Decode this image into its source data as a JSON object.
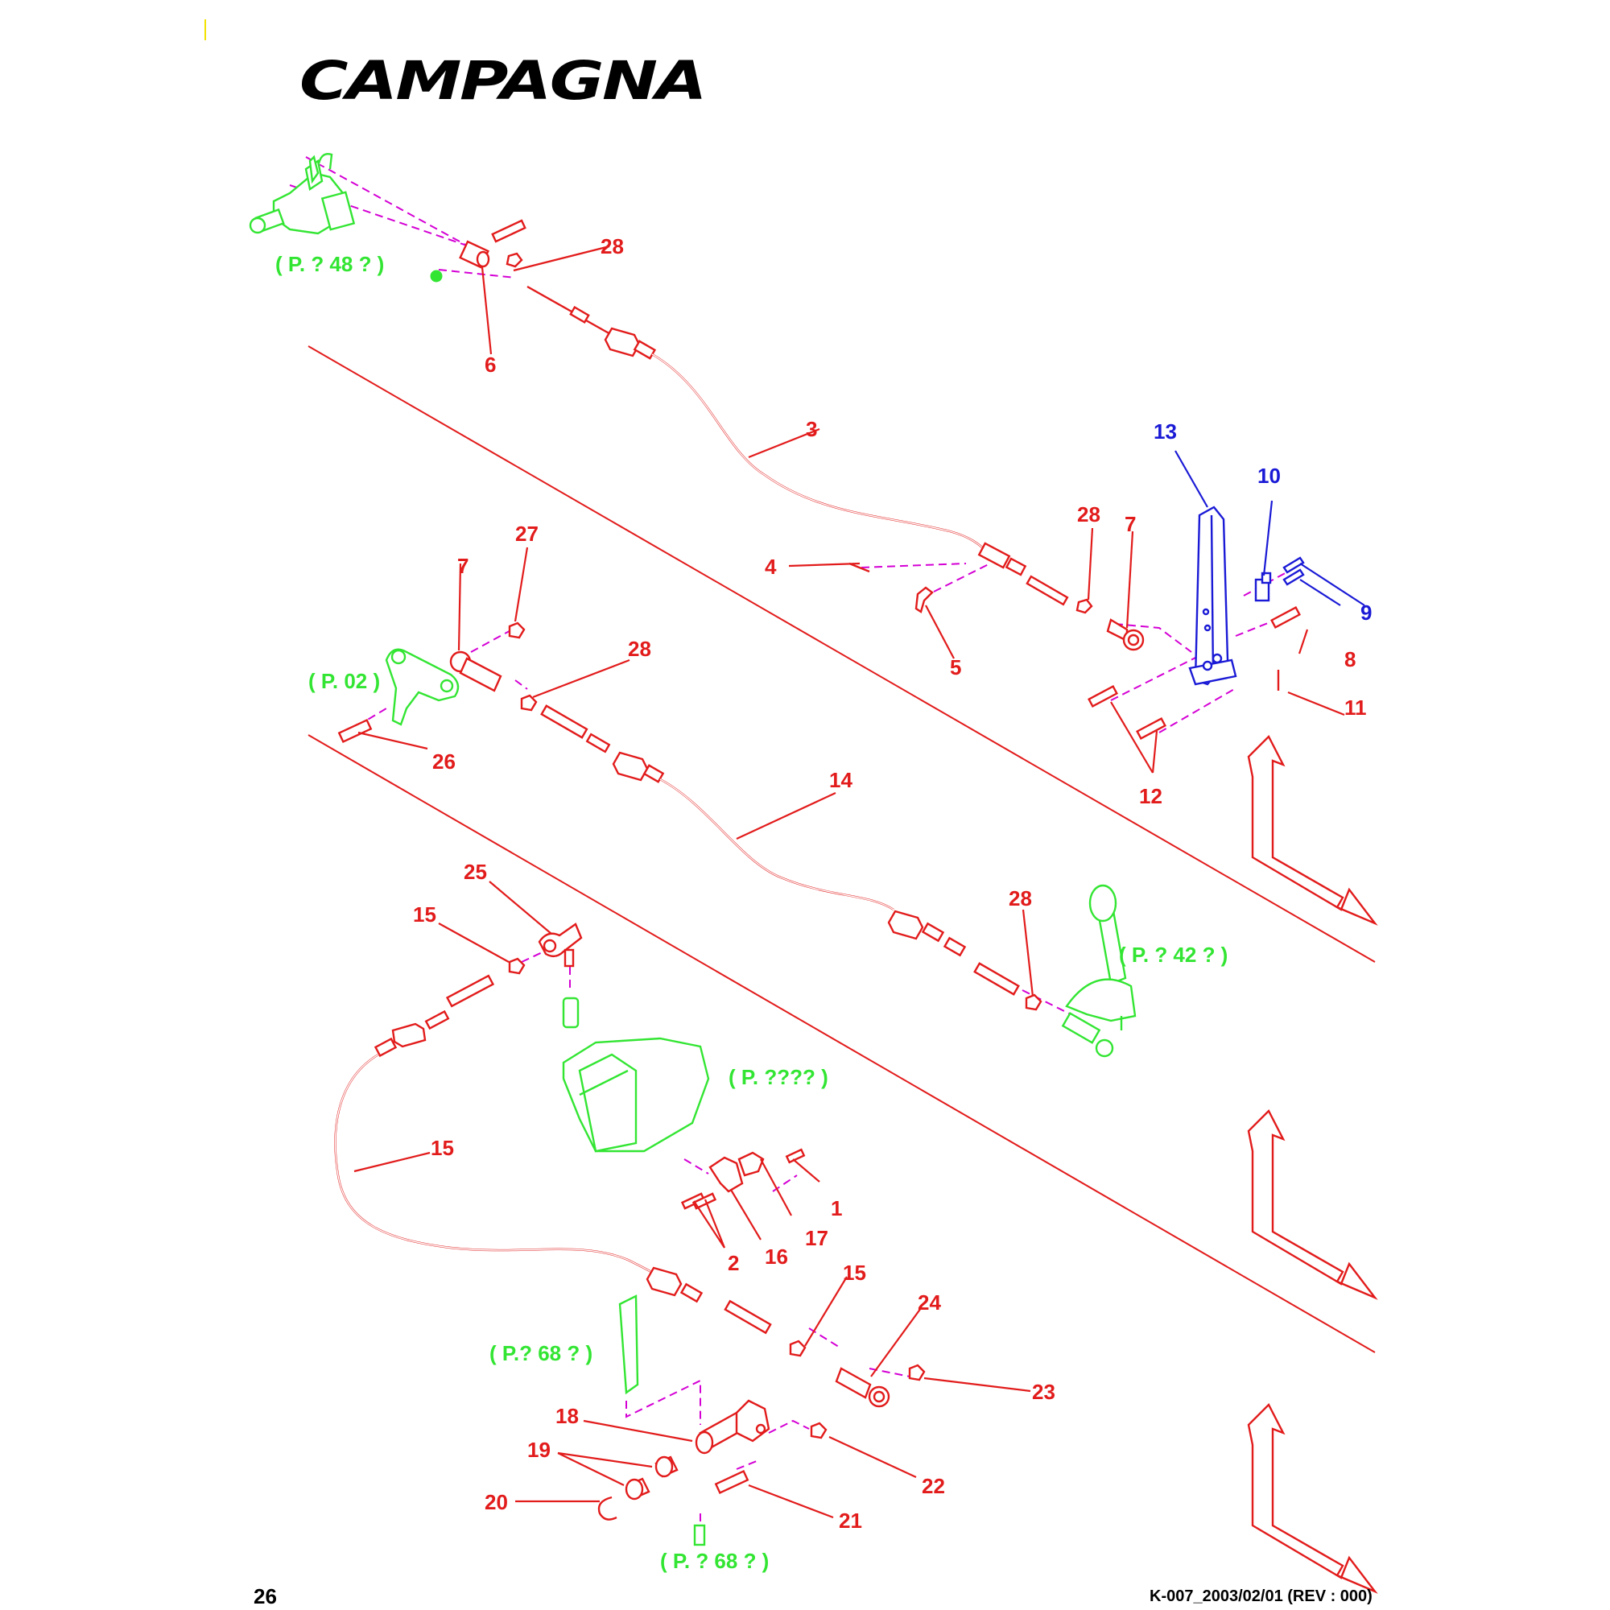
{
  "header": {
    "brand": "CAMPAGNA"
  },
  "footer": {
    "page_number": "26",
    "doc_code": "K-007_2003/02/01 (REV : 000)"
  },
  "colors": {
    "callout": "#e21b1b",
    "assembly_callout": "#1a1ad6",
    "page_reference": "#33e533",
    "explode_line": "#d400d4"
  },
  "callouts": {
    "c1": "1",
    "c2": "2",
    "c3": "3",
    "c4": "4",
    "c5": "5",
    "c6": "6",
    "c7a": "7",
    "c7b": "7",
    "c8": "8",
    "c9": "9",
    "c10": "10",
    "c11": "11",
    "c12": "12",
    "c13": "13",
    "c14": "14",
    "c15a": "15",
    "c15b": "15",
    "c15c": "15",
    "c16": "16",
    "c17": "17",
    "c18": "18",
    "c19": "19",
    "c20": "20",
    "c21": "21",
    "c22": "22",
    "c23": "23",
    "c24": "24",
    "c25": "25",
    "c26": "26",
    "c27": "27",
    "c28a": "28",
    "c28b": "28",
    "c28c": "28",
    "c28d": "28"
  },
  "page_refs": {
    "r48": "( P. ? 48 ? )",
    "r02": "( P. 02 )",
    "r42": "( P. ? 42 ? )",
    "r_unknown": "( P. ???? )",
    "r68a": "( P.? 68 ? )",
    "r68b": "( P. ? 68 ? )"
  }
}
